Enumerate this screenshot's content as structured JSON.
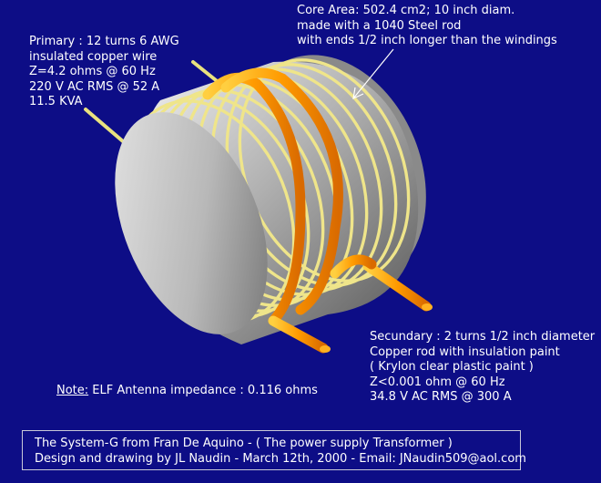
{
  "labels": {
    "primary": [
      "Primary : 12 turns 6 AWG",
      "insulated copper wire",
      "Z=4.2 ohms @ 60 Hz",
      "220 V AC RMS @ 52 A",
      "11.5 KVA"
    ],
    "core": [
      "Core Area: 502.4 cm2; 10 inch diam.",
      "made with a 1040 Steel rod",
      "with ends 1/2 inch longer than the windings"
    ],
    "secundary": [
      "Secundary : 2 turns 1/2 inch diameter",
      "Copper rod with insulation paint",
      "( Krylon clear plastic paint )",
      "Z<0.001 ohm @ 60 Hz",
      "34.8 V AC RMS @ 300 A"
    ],
    "note_label": "Note:",
    "note_text": " ELF Antenna impedance : 0.116 ohms"
  },
  "footer": {
    "line1": "The System-G from Fran De Aquino - ( The power supply Transformer )",
    "line2": "Design and drawing by JL Naudin - March 12th, 2000 - Email: JNaudin509@aol.com"
  },
  "colors": {
    "background": "#0d0d86",
    "text": "#ffffff",
    "steel_core": "#a9a9a9",
    "primary_wire": "#f4ef9a",
    "secondary_rod": "#ffa000"
  }
}
